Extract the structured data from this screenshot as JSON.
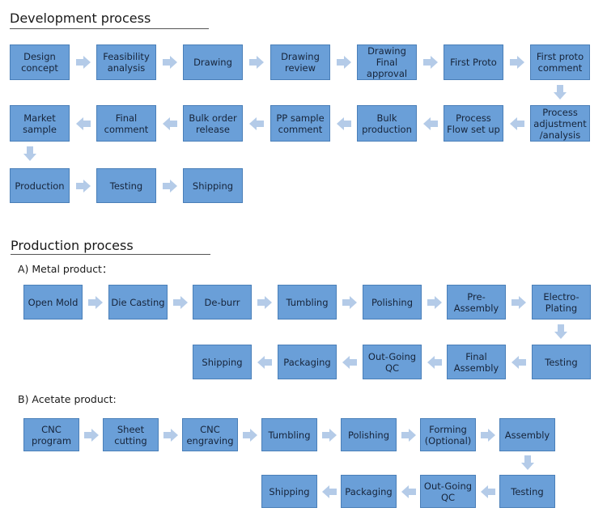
{
  "development": {
    "title": "Development process",
    "row1": [
      "Design\nconcept",
      "Feasibility\nanalysis",
      "Drawing",
      "Drawing\nreview",
      "Drawing\nFinal\napproval",
      "First Proto",
      "First proto\ncomment"
    ],
    "row2": [
      "Process\nadjustment\n/analysis",
      "Process\nFlow set up",
      "Bulk\nproduction",
      "PP sample\ncomment",
      "Bulk order\nrelease",
      "Final\ncomment",
      "Market\nsample"
    ],
    "row3": [
      "Production",
      "Testing",
      "Shipping"
    ]
  },
  "production": {
    "title": "Production process",
    "metal": {
      "label": "A) Metal product：",
      "row1": [
        "Open Mold",
        "Die Casting",
        "De-burr",
        "Tumbling",
        "Polishing",
        "Pre-\nAssembly",
        "Electro-\nPlating"
      ],
      "row2": [
        "Shipping",
        "Packaging",
        "Out-Going\nQC",
        "Final\nAssembly",
        "Testing"
      ]
    },
    "acetate": {
      "label": "B) Acetate product:",
      "row1": [
        "CNC\nprogram",
        "Sheet\ncutting",
        "CNC\nengraving",
        "Tumbling",
        "Polishing",
        "Forming\n(Optional)",
        "Assembly"
      ],
      "row2": [
        "Shipping",
        "Packaging",
        "Out-Going\nQC",
        "Testing"
      ]
    }
  },
  "colors": {
    "box_fill": "#6a9fd8",
    "arrow": "#b4cbe8"
  }
}
